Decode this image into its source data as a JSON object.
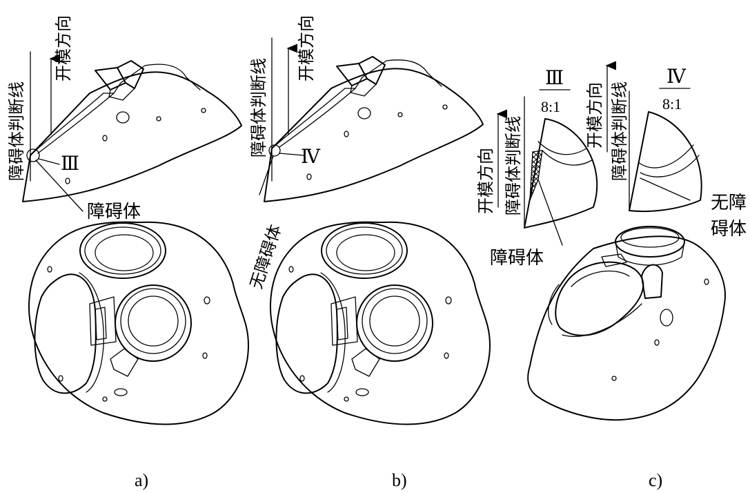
{
  "panels": {
    "a": {
      "caption": "a)",
      "label_parting_line": "障碍体判断线",
      "label_mold_opening": "开模方向",
      "label_detail": "Ⅲ",
      "label_obstacle": "障碍体"
    },
    "b": {
      "caption": "b)",
      "label_parting_line": "障碍体判断线",
      "label_mold_opening": "开模方向",
      "label_detail": "Ⅳ",
      "label_no_obstacle": "无障碍体"
    },
    "c": {
      "caption": "c)",
      "detail_III": {
        "roman": "Ⅲ",
        "scale": "8:1",
        "label_mold_opening": "开模方向",
        "label_parting_line": "障碍体判断线",
        "label_obstacle": "障碍体"
      },
      "detail_IV": {
        "roman": "Ⅳ",
        "scale": "8:1",
        "label_mold_opening": "开模方向",
        "label_parting_line": "障碍体判断线",
        "label_no_obstacle_line1": "无障",
        "label_no_obstacle_line2": "碍体"
      }
    }
  }
}
